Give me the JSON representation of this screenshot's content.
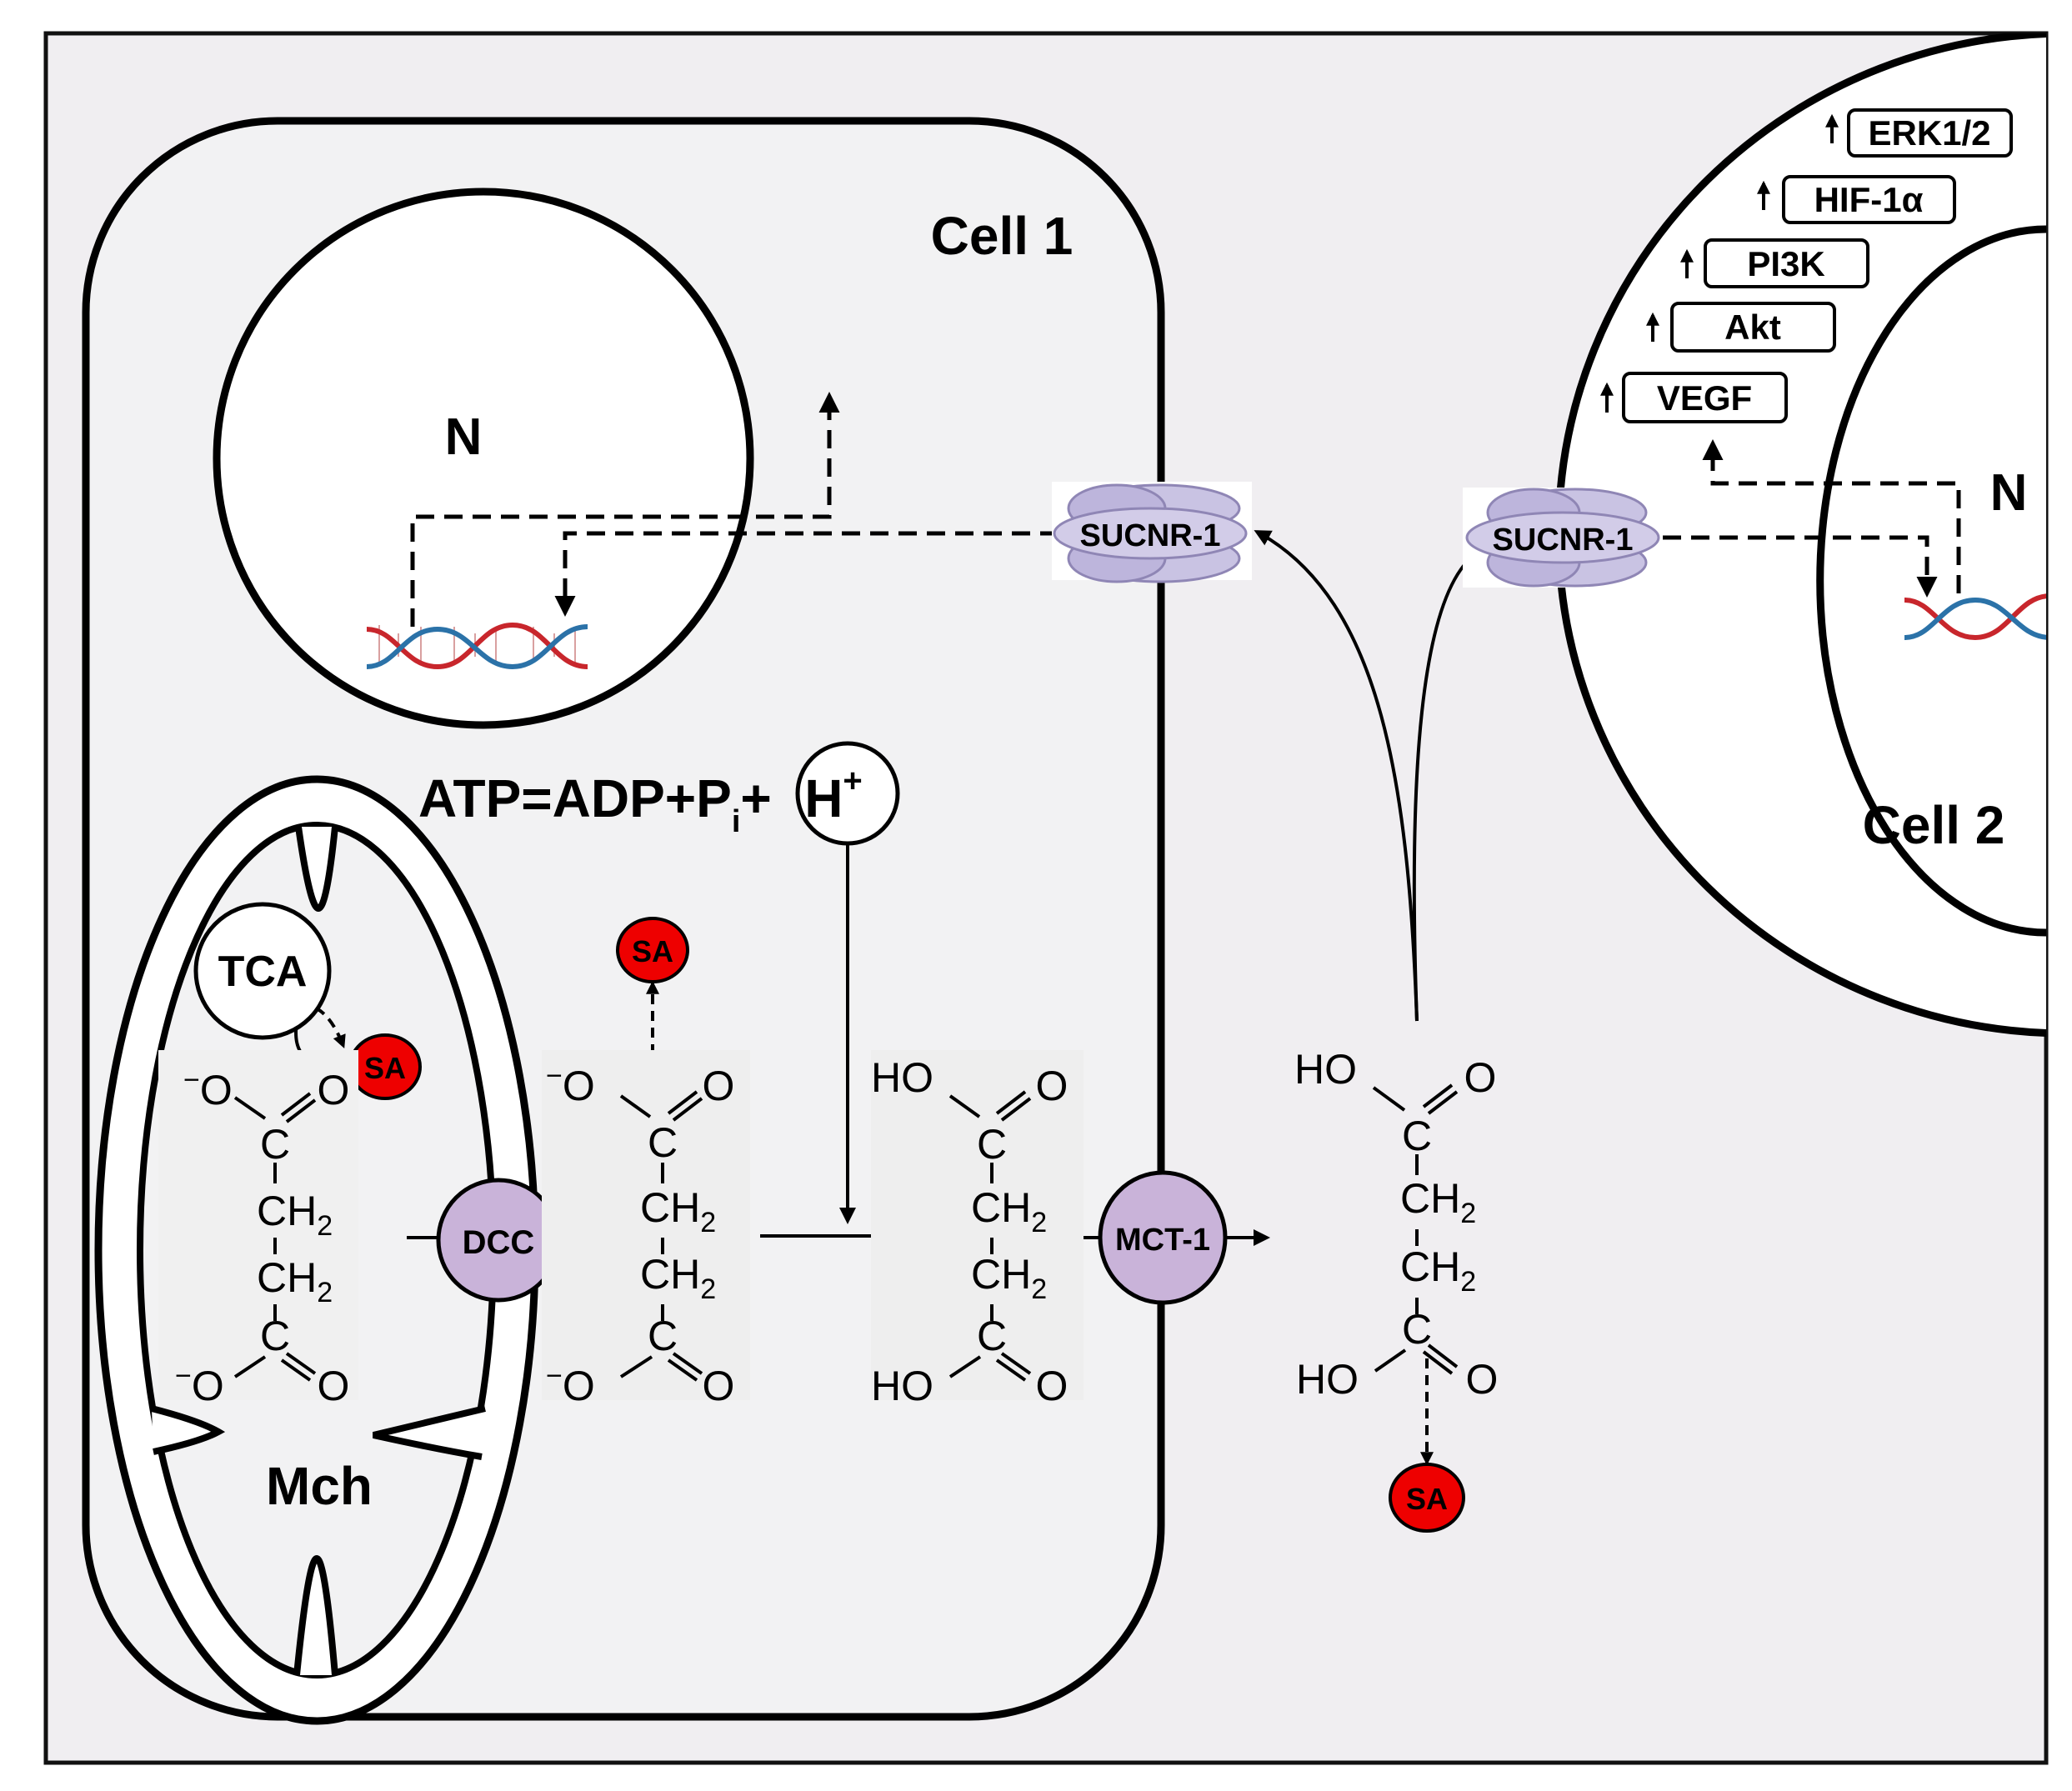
{
  "cell1": {
    "label": "Cell 1",
    "nucleus_label": "N",
    "mitochondrion_label": "Mch"
  },
  "cell2": {
    "label": "Cell 2",
    "nucleus_label": "N"
  },
  "receptor1": {
    "label": "SUCNR-1"
  },
  "receptor2": {
    "label": "SUCNR-1"
  },
  "transporters": {
    "dcc": "DCC",
    "mct": "MCT-1"
  },
  "tca_label": "TCA",
  "sa_label": "SA",
  "equation": {
    "main": "ATP=ADP+P",
    "sub": "i",
    "plus": "+",
    "proton": "H",
    "charge": "+"
  },
  "chem": {
    "anion_o": "O",
    "minus": "−",
    "o": "O",
    "c": "C",
    "ch2": "CH",
    "two": "2",
    "ho": "HO"
  },
  "cell2_targets": [
    "ERK1/2",
    "HIF-1α",
    "PI3K",
    "Akt",
    "VEGF"
  ],
  "colors": {
    "background": "#ffffff",
    "panel": "#f0eef1",
    "cell": "#f2f2f3",
    "organelle": "#ffffff",
    "purple": "#c9b3d9",
    "purple_stroke": "#8f86b5",
    "sa_red": "#ee0000",
    "dna_red": "#c8262c",
    "dna_blue": "#2b72a8"
  }
}
